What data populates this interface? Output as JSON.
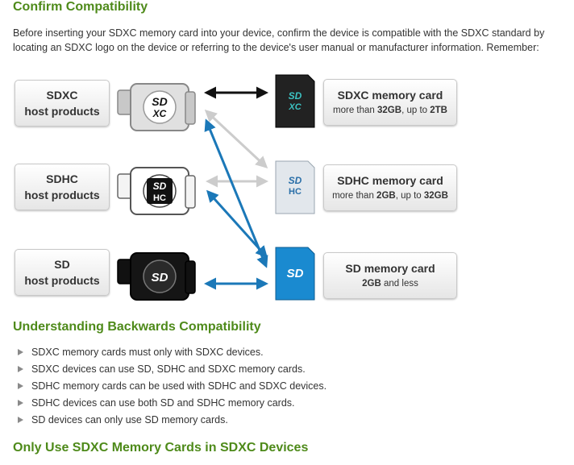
{
  "heading_confirm": "Confirm Compatibility",
  "intro": "Before inserting your SDXC memory card into your device, confirm the device is compatible with the SDXC standard by locating an SDXC logo on the device or referring to the device's user manual or manufacturer information. Remember:",
  "hosts": [
    {
      "line1": "SDXC",
      "line2": "host products",
      "logo_top": "SD",
      "logo_bottom": "XC"
    },
    {
      "line1": "SDHC",
      "line2": "host products",
      "logo_top": "SD",
      "logo_bottom": "HC"
    },
    {
      "line1": "SD",
      "line2": "host products",
      "logo_top": "SD",
      "logo_bottom": ""
    }
  ],
  "cards": [
    {
      "title": "SDXC memory card",
      "pre": "more than ",
      "cap1": "32GB",
      "mid": ", up to ",
      "cap2": "2TB",
      "post": "",
      "logo_top": "SD",
      "logo_bottom": "XC"
    },
    {
      "title": "SDHC memory card",
      "pre": "more than ",
      "cap1": "2GB",
      "mid": ", up to ",
      "cap2": "32GB",
      "post": "",
      "logo_top": "SD",
      "logo_bottom": "HC"
    },
    {
      "title": "SD memory card",
      "pre": "",
      "cap1": "2GB",
      "mid": "",
      "cap2": "",
      "post": " and less",
      "logo_top": "SD",
      "logo_bottom": ""
    }
  ],
  "heading_backwards": "Understanding Backwards Compatibility",
  "bullets": [
    "SDXC memory cards must only with SDXC devices.",
    "SDXC devices can use SD, SDHC and SDXC memory cards.",
    "SDHC memory cards can be used with SDHC and SDXC devices.",
    "SDHC devices can use both SD and SDHC memory cards.",
    "SD devices can only use SD memory cards."
  ],
  "heading_only": "Only Use SDXC Memory Cards in SDXC Devices",
  "colors": {
    "heading": "#4e8a1a",
    "arrow_black": "#111111",
    "arrow_gray": "#cccccc",
    "arrow_blue": "#1b78b8",
    "card_sdxc": "#222222",
    "card_sdhc": "#e2e7ec",
    "card_sd": "#1a8ad0"
  },
  "icons": [
    "camcorder-icon",
    "sd-card-icon",
    "arrow-icon",
    "triangle-bullet-icon"
  ]
}
